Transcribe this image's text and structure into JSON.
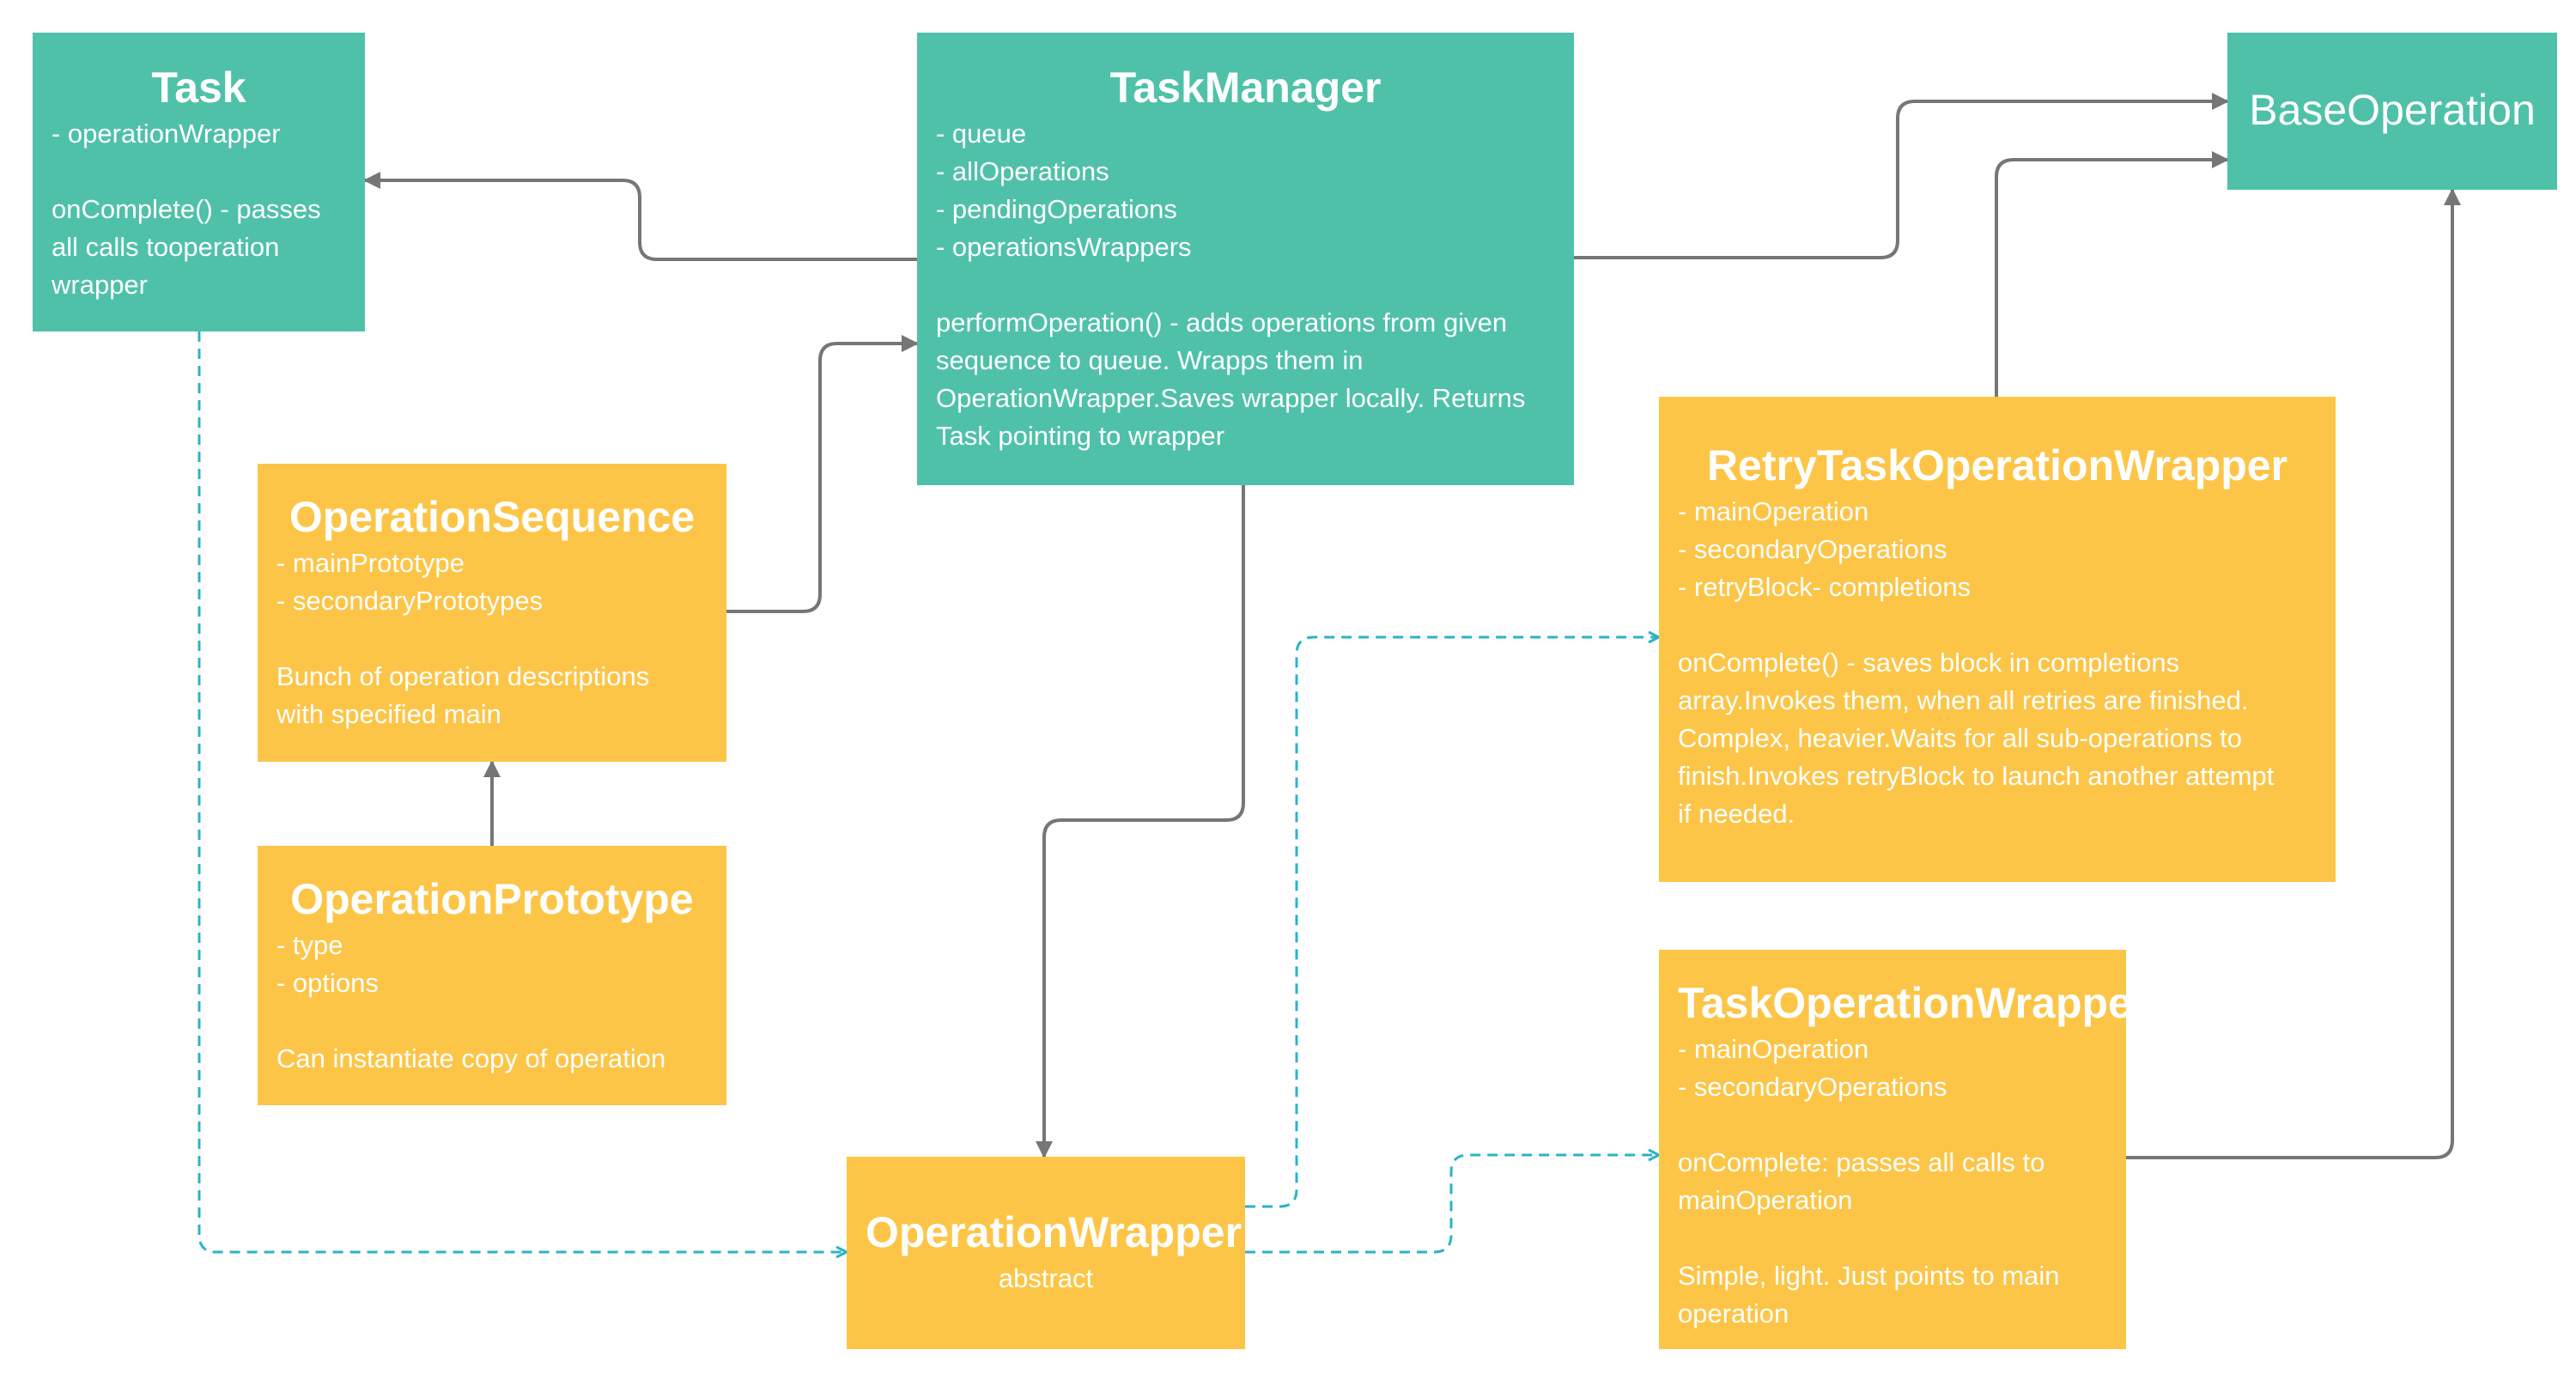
{
  "nodes": {
    "task": {
      "title": "Task",
      "lines": [
        "- operationWrapper",
        "",
        "onComplete() - passes",
        "all calls tooperation",
        "wrapper"
      ]
    },
    "task_manager": {
      "title": "TaskManager",
      "lines": [
        "- queue",
        "- allOperations",
        "- pendingOperations",
        "- operationsWrappers",
        "",
        "performOperation() - adds operations from given",
        "sequence to queue. Wrapps them in",
        "OperationWrapper.Saves  wrapper locally. Returns",
        "Task  pointing to wrapper"
      ]
    },
    "base_operation": {
      "title": "BaseOperation"
    },
    "operation_sequence": {
      "title": "OperationSequence",
      "lines": [
        "- mainPrototype",
        "- secondaryPrototypes",
        "",
        "Bunch of operation descriptions",
        "with specified main"
      ]
    },
    "operation_prototype": {
      "title": "OperationPrototype",
      "lines": [
        "- type",
        "- options",
        "",
        "Can instantiate copy of operation"
      ]
    },
    "retry_task_operation_wrapper": {
      "title": "RetryTaskOperationWrapper",
      "lines": [
        "- mainOperation",
        "- secondaryOperations",
        "- retryBlock- completions",
        "",
        "onComplete() - saves block in completions",
        "array.Invokes  them, when all retries are finished.",
        "Complex, heavier.Waits  for all sub-operations to",
        "finish.Invokes retryBlock to launch another attempt",
        "if needed."
      ]
    },
    "task_operation_wrapper": {
      "title": "TaskOperationWrapper",
      "lines": [
        "- mainOperation",
        "- secondaryOperations",
        "",
        "onComplete: passes all calls to",
        "mainOperation",
        "",
        "Simple, light. Just points to main",
        "operation"
      ]
    },
    "operation_wrapper": {
      "title": "OperationWrapper",
      "subtitle": "abstract"
    }
  },
  "colors": {
    "teal": "#4fc1a9",
    "yellow": "#fdc547",
    "connector": "#767676",
    "dashed_connector": "#2bb3c8",
    "text": "#ffffff"
  }
}
